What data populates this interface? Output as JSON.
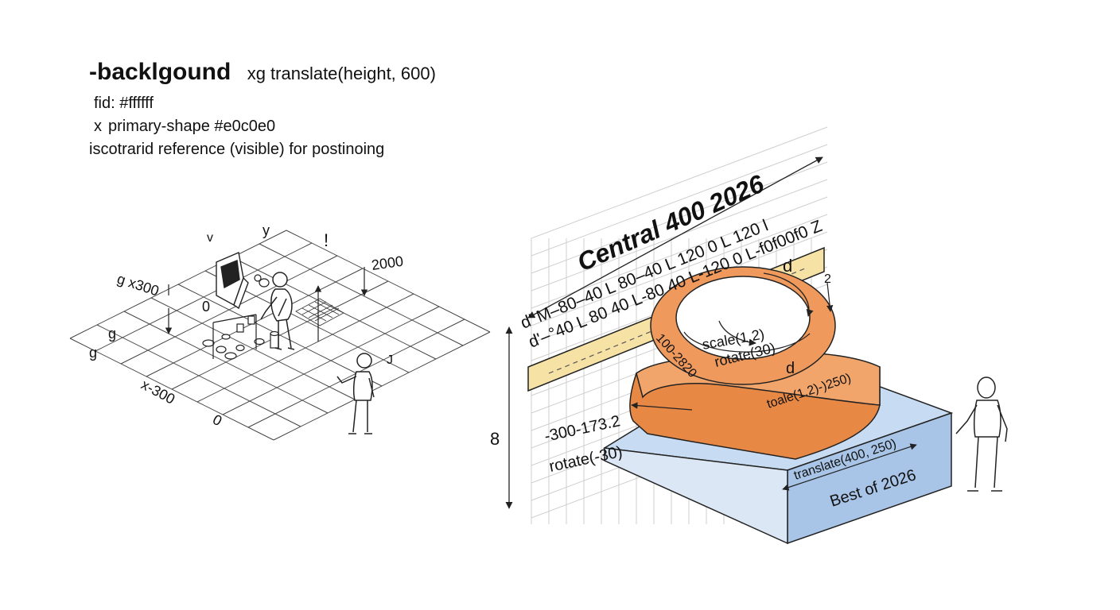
{
  "header": {
    "title_bold": "-backlgound",
    "title_rest": "xg translate(height, 600)",
    "line2": "fid: #ffffff",
    "line3_marker": "x",
    "line3": "primary-shape #e0c0e0",
    "line4": "iscotrarid reference (visible) for postinoing"
  },
  "left_scene": {
    "label_y_top": "y",
    "label_v": "v",
    "label_exclaim": "!",
    "label_2000": "2000",
    "label_gx300": "g x300",
    "label_zero_small": "0",
    "label_g_upper": "g",
    "label_g_lower": "g",
    "label_xm300": "x-300",
    "label_zero_bottom": "0",
    "label_right_mark": "J"
  },
  "right_scene": {
    "title": "Central 400 2026",
    "path_line1": "d' M–80–40 L 80–40 L 120 0 L 120 l",
    "path_line2": "d'–°40 L 80 40 L-80 40 L-120 0 L-f0f00f0 Z",
    "label_d_top": "d",
    "label_2_right": "2",
    "label_scale": "scale(1.2)",
    "label_rotate30": "rotate(30)",
    "label_100": "100-2820",
    "label_d_mid": "d",
    "label_toale": "toale(1.2)-)250)",
    "label_coord": "-300-173.2",
    "label_rotate_neg": "rotate(-30)",
    "label_8": "8",
    "label_translate": "translate(400, 250)",
    "label_best": "Best of 2026"
  },
  "colors": {
    "background": "#ffffff",
    "yellow_plane": "#f7e2a6",
    "orange_shape": "#ef9a5c",
    "orange_dark": "#d9763a",
    "blue_block": "#bcd3ee",
    "blue_side": "#97b7e0",
    "line": "#222222",
    "grid": "#cfcfcf"
  }
}
